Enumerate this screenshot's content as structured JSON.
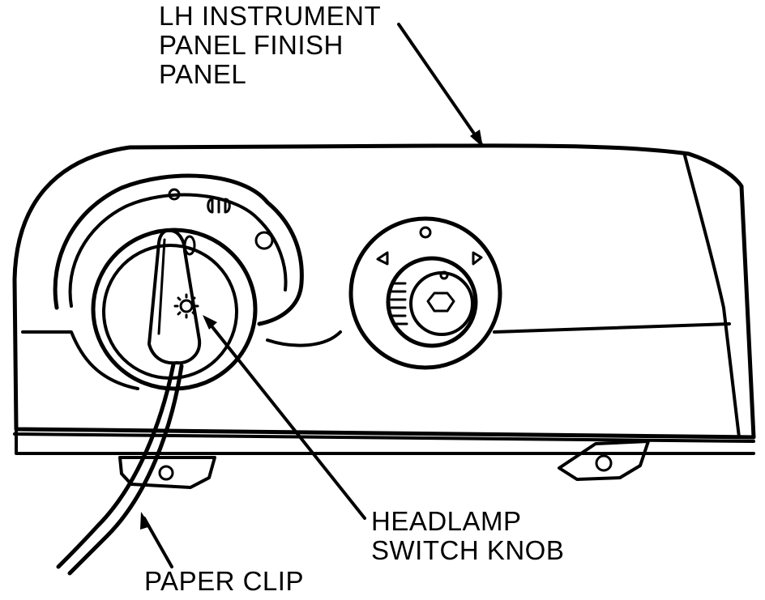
{
  "figure": {
    "labels": {
      "finish_panel": [
        "LH INSTRUMENT",
        "PANEL FINISH",
        "PANEL"
      ],
      "headlamp_knob": [
        "HEADLAMP",
        "SWITCH KNOB"
      ],
      "paper_clip": [
        "PAPER CLIP"
      ]
    },
    "colors": {
      "ink": "#000000",
      "paper": "#ffffff"
    }
  }
}
